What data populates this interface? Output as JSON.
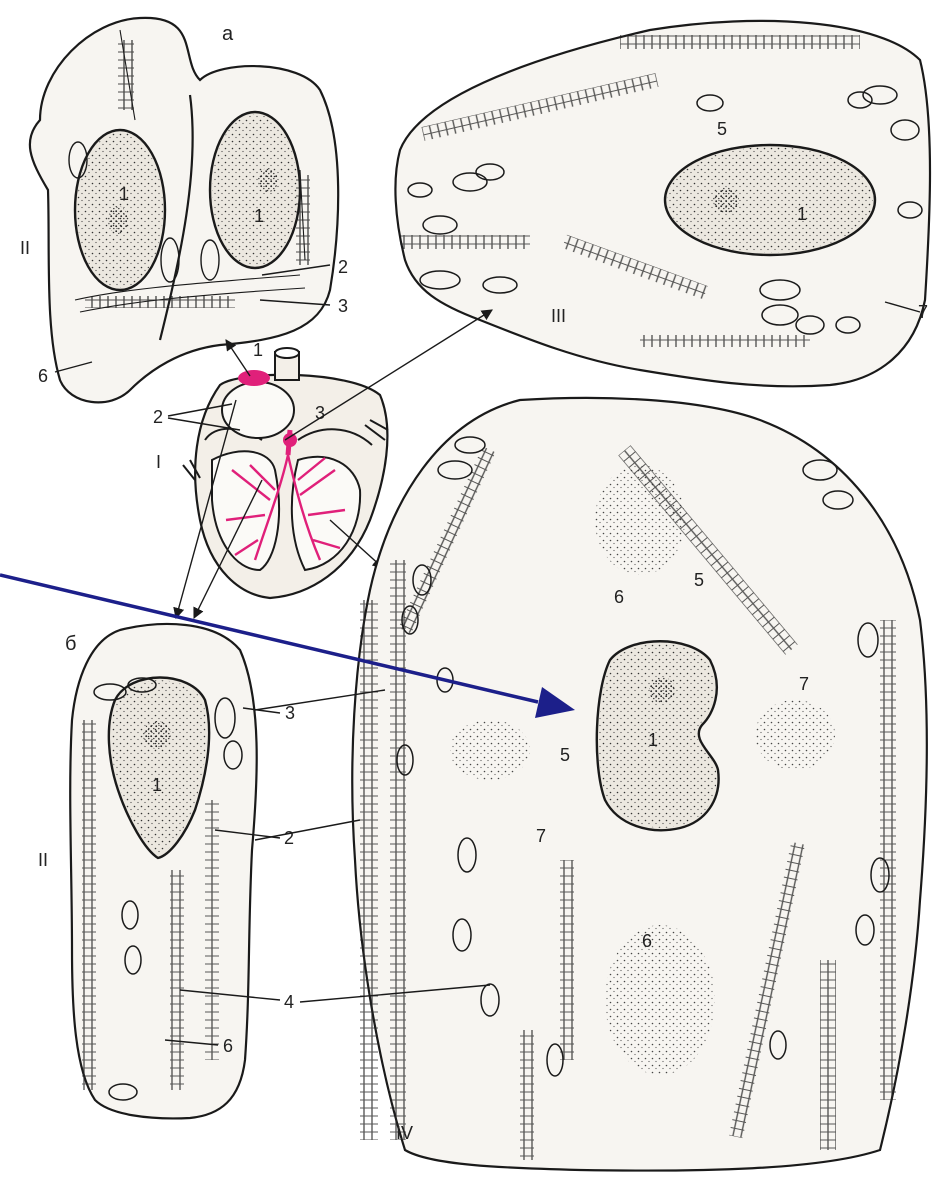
{
  "section_labels": {
    "a": "а",
    "b": "б",
    "I": "I",
    "II_top": "II",
    "II_bottom": "II",
    "III": "III",
    "IV": "IV"
  },
  "callouts": {
    "c1_heart": "1",
    "c2_heart": "2",
    "c3_heart": "3",
    "c2_a": "2",
    "c3_a": "3",
    "c6_a": "6",
    "c1_nuc_a_left": "1",
    "c1_nuc_a_right": "1",
    "c5_III": "5",
    "c1_nuc_III": "1",
    "c7_III": "7",
    "c3_b": "3",
    "c2_b": "2",
    "c4_b": "4",
    "c6_b": "6",
    "c1_nuc_b": "1",
    "c6_IV_top": "6",
    "c5_IV_top": "5",
    "c7_IV_right": "7",
    "c5_IV_mid": "5",
    "c1_nuc_IV": "1",
    "c7_IV_left": "7",
    "c6_IV_bottom": "6"
  },
  "colors": {
    "ink": "#1a1a1a",
    "conduction_system": "#e0207a",
    "annotation_arrow": "#1c1f8a",
    "paper": "#ffffff"
  },
  "annotation": {
    "icon": "arrow-right-icon"
  }
}
